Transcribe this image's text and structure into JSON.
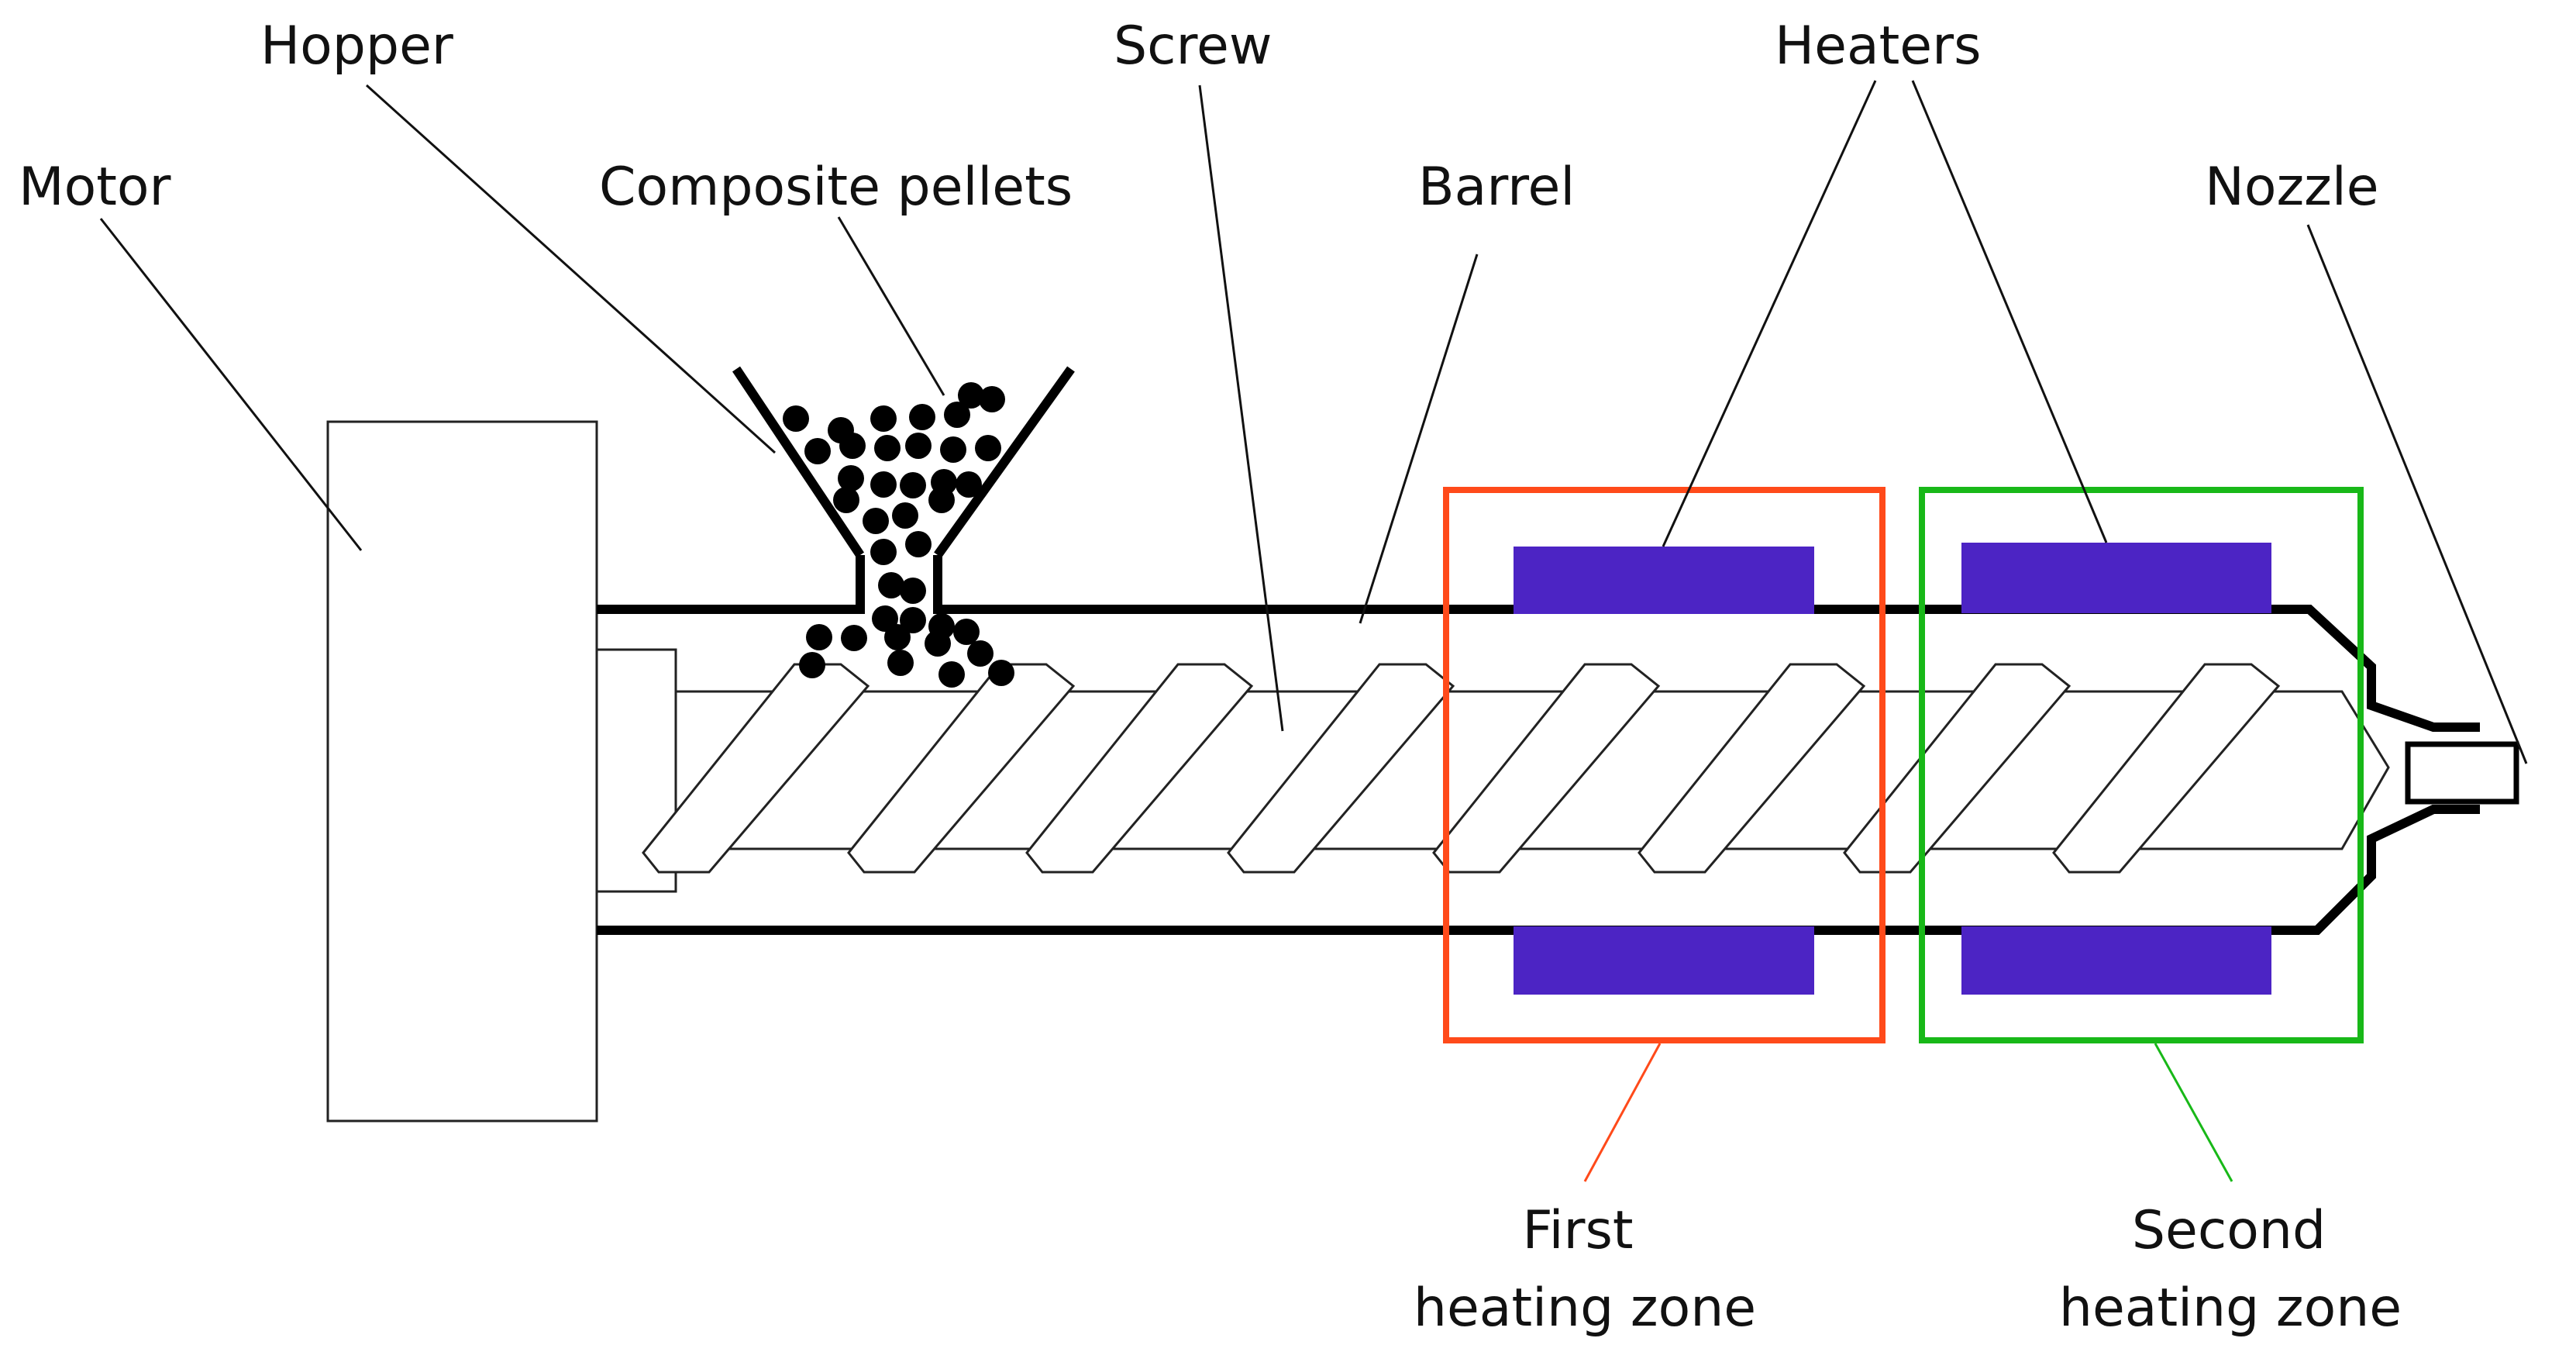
{
  "labels": {
    "motor": "Motor",
    "hopper": "Hopper",
    "pellets": "Composite pellets",
    "screw": "Screw",
    "barrel": "Barrel",
    "heaters": "Heaters",
    "nozzle": "Nozzle",
    "zone1_line1": "First",
    "zone1_line2": "heating zone",
    "zone2_line1": "Second",
    "zone2_line2": "heating zone"
  },
  "colors": {
    "outline": "#000000",
    "heater": "#4c24c4",
    "zone1": "#ff4a1a",
    "zone2": "#18b818",
    "pellet": "#000000"
  }
}
